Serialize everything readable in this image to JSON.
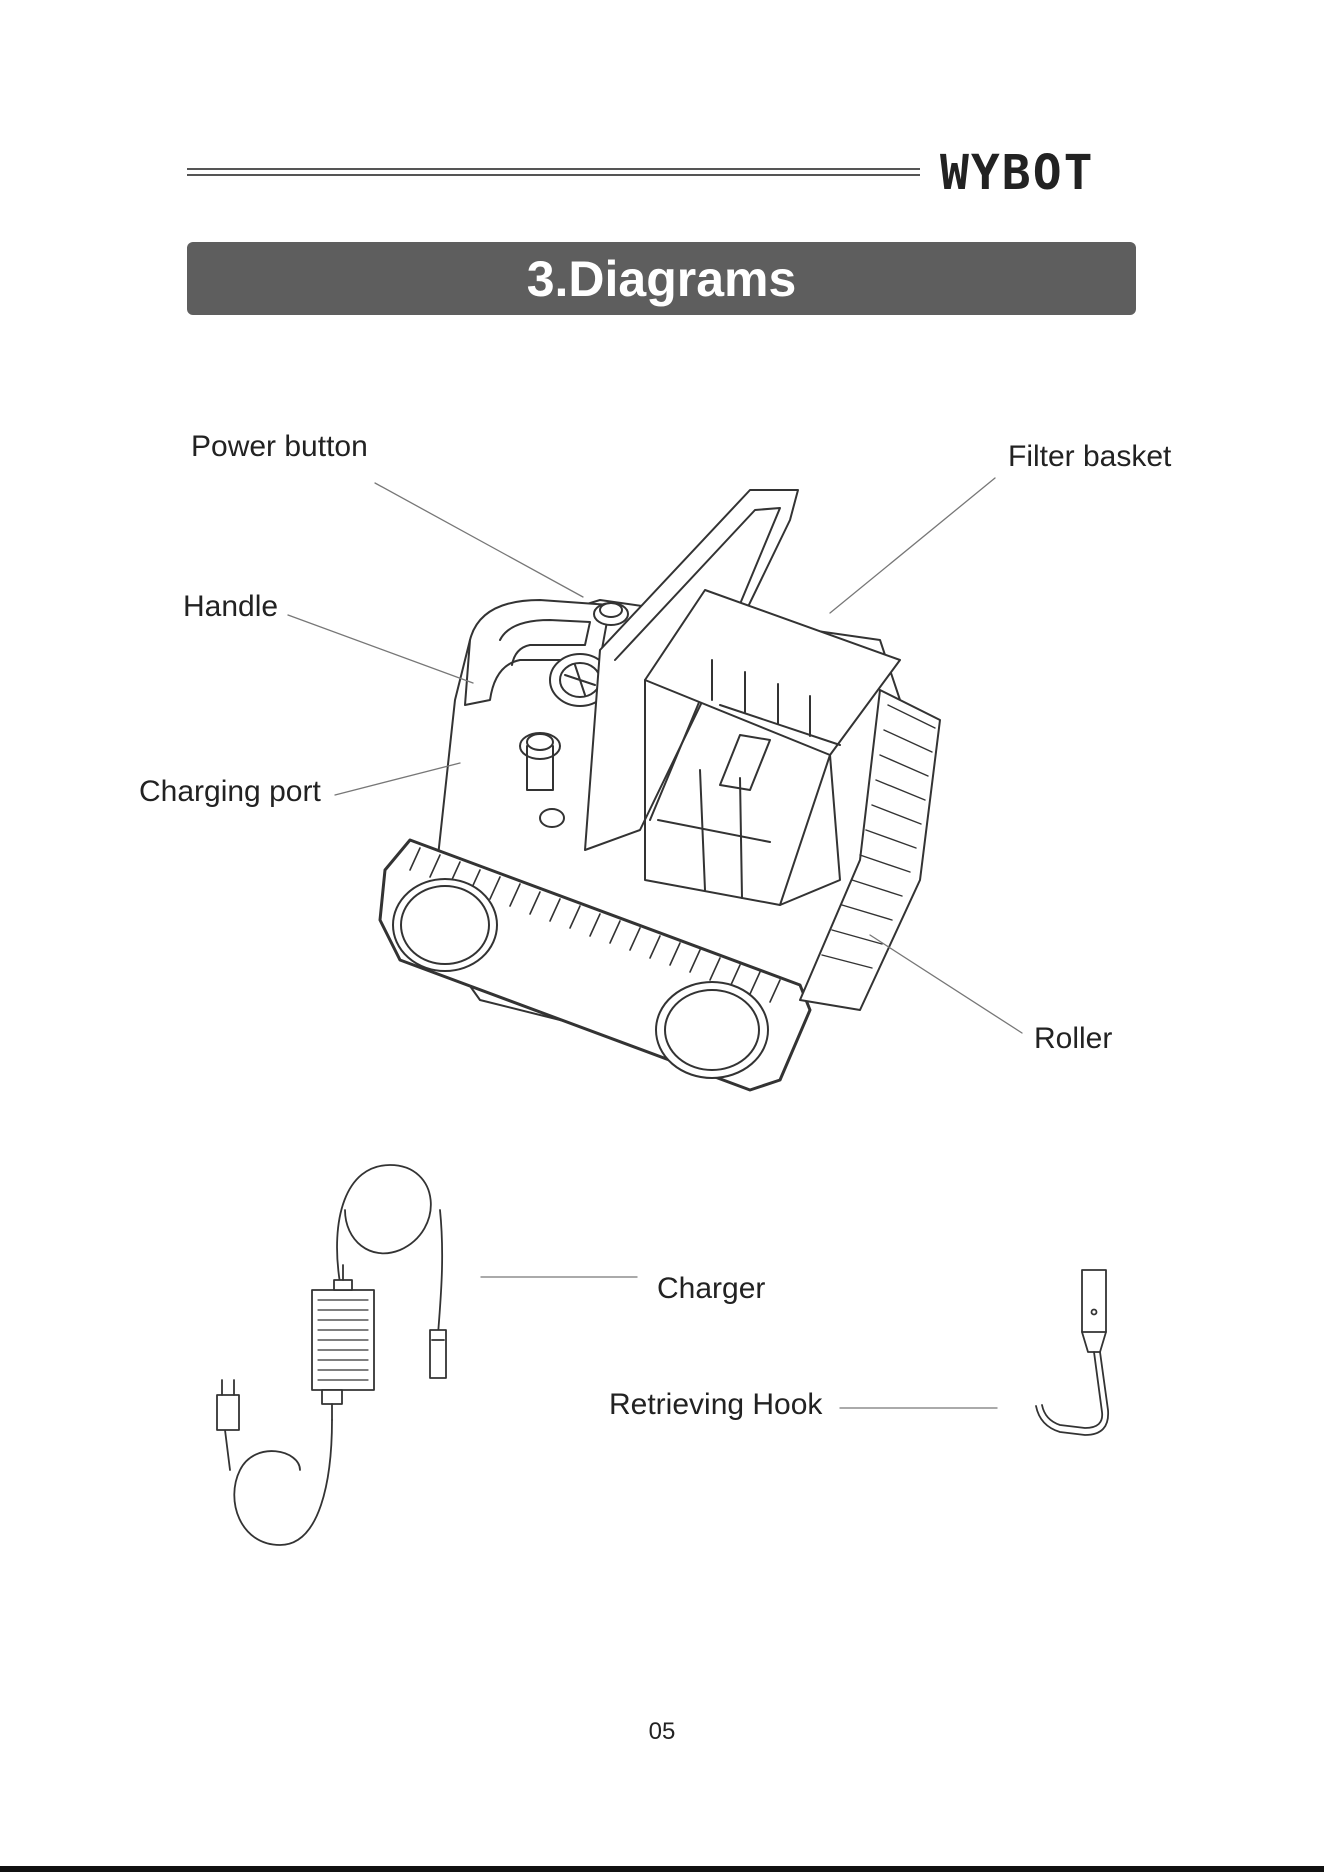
{
  "header": {
    "brand": "WYBOT"
  },
  "section": {
    "title": "3.Diagrams"
  },
  "labels": {
    "power_button": "Power button",
    "filter_basket": "Filter basket",
    "handle": "Handle",
    "charging_port": "Charging port",
    "roller": "Roller",
    "charger": "Charger",
    "retrieving_hook": "Retrieving Hook"
  },
  "footer": {
    "page_number": "05"
  }
}
